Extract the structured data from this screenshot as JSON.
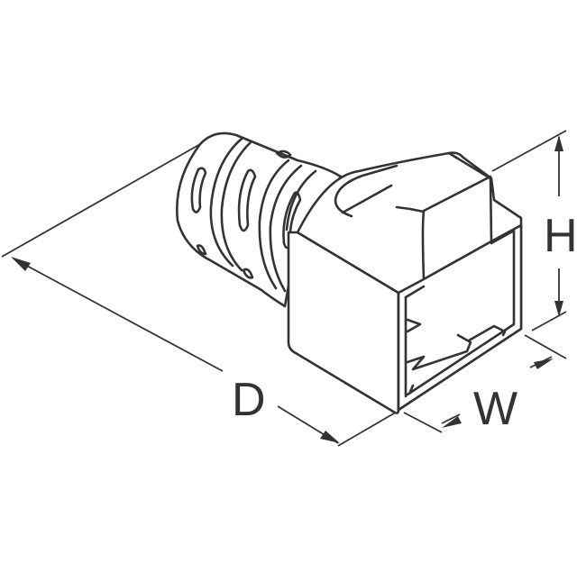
{
  "figure": {
    "type": "dimension drawing",
    "subject": "connector strain-relief boot",
    "line_color": "#333333",
    "background": "#ffffff"
  },
  "dimensions": {
    "depth_label": "D",
    "width_label": "W",
    "height_label": "H"
  }
}
